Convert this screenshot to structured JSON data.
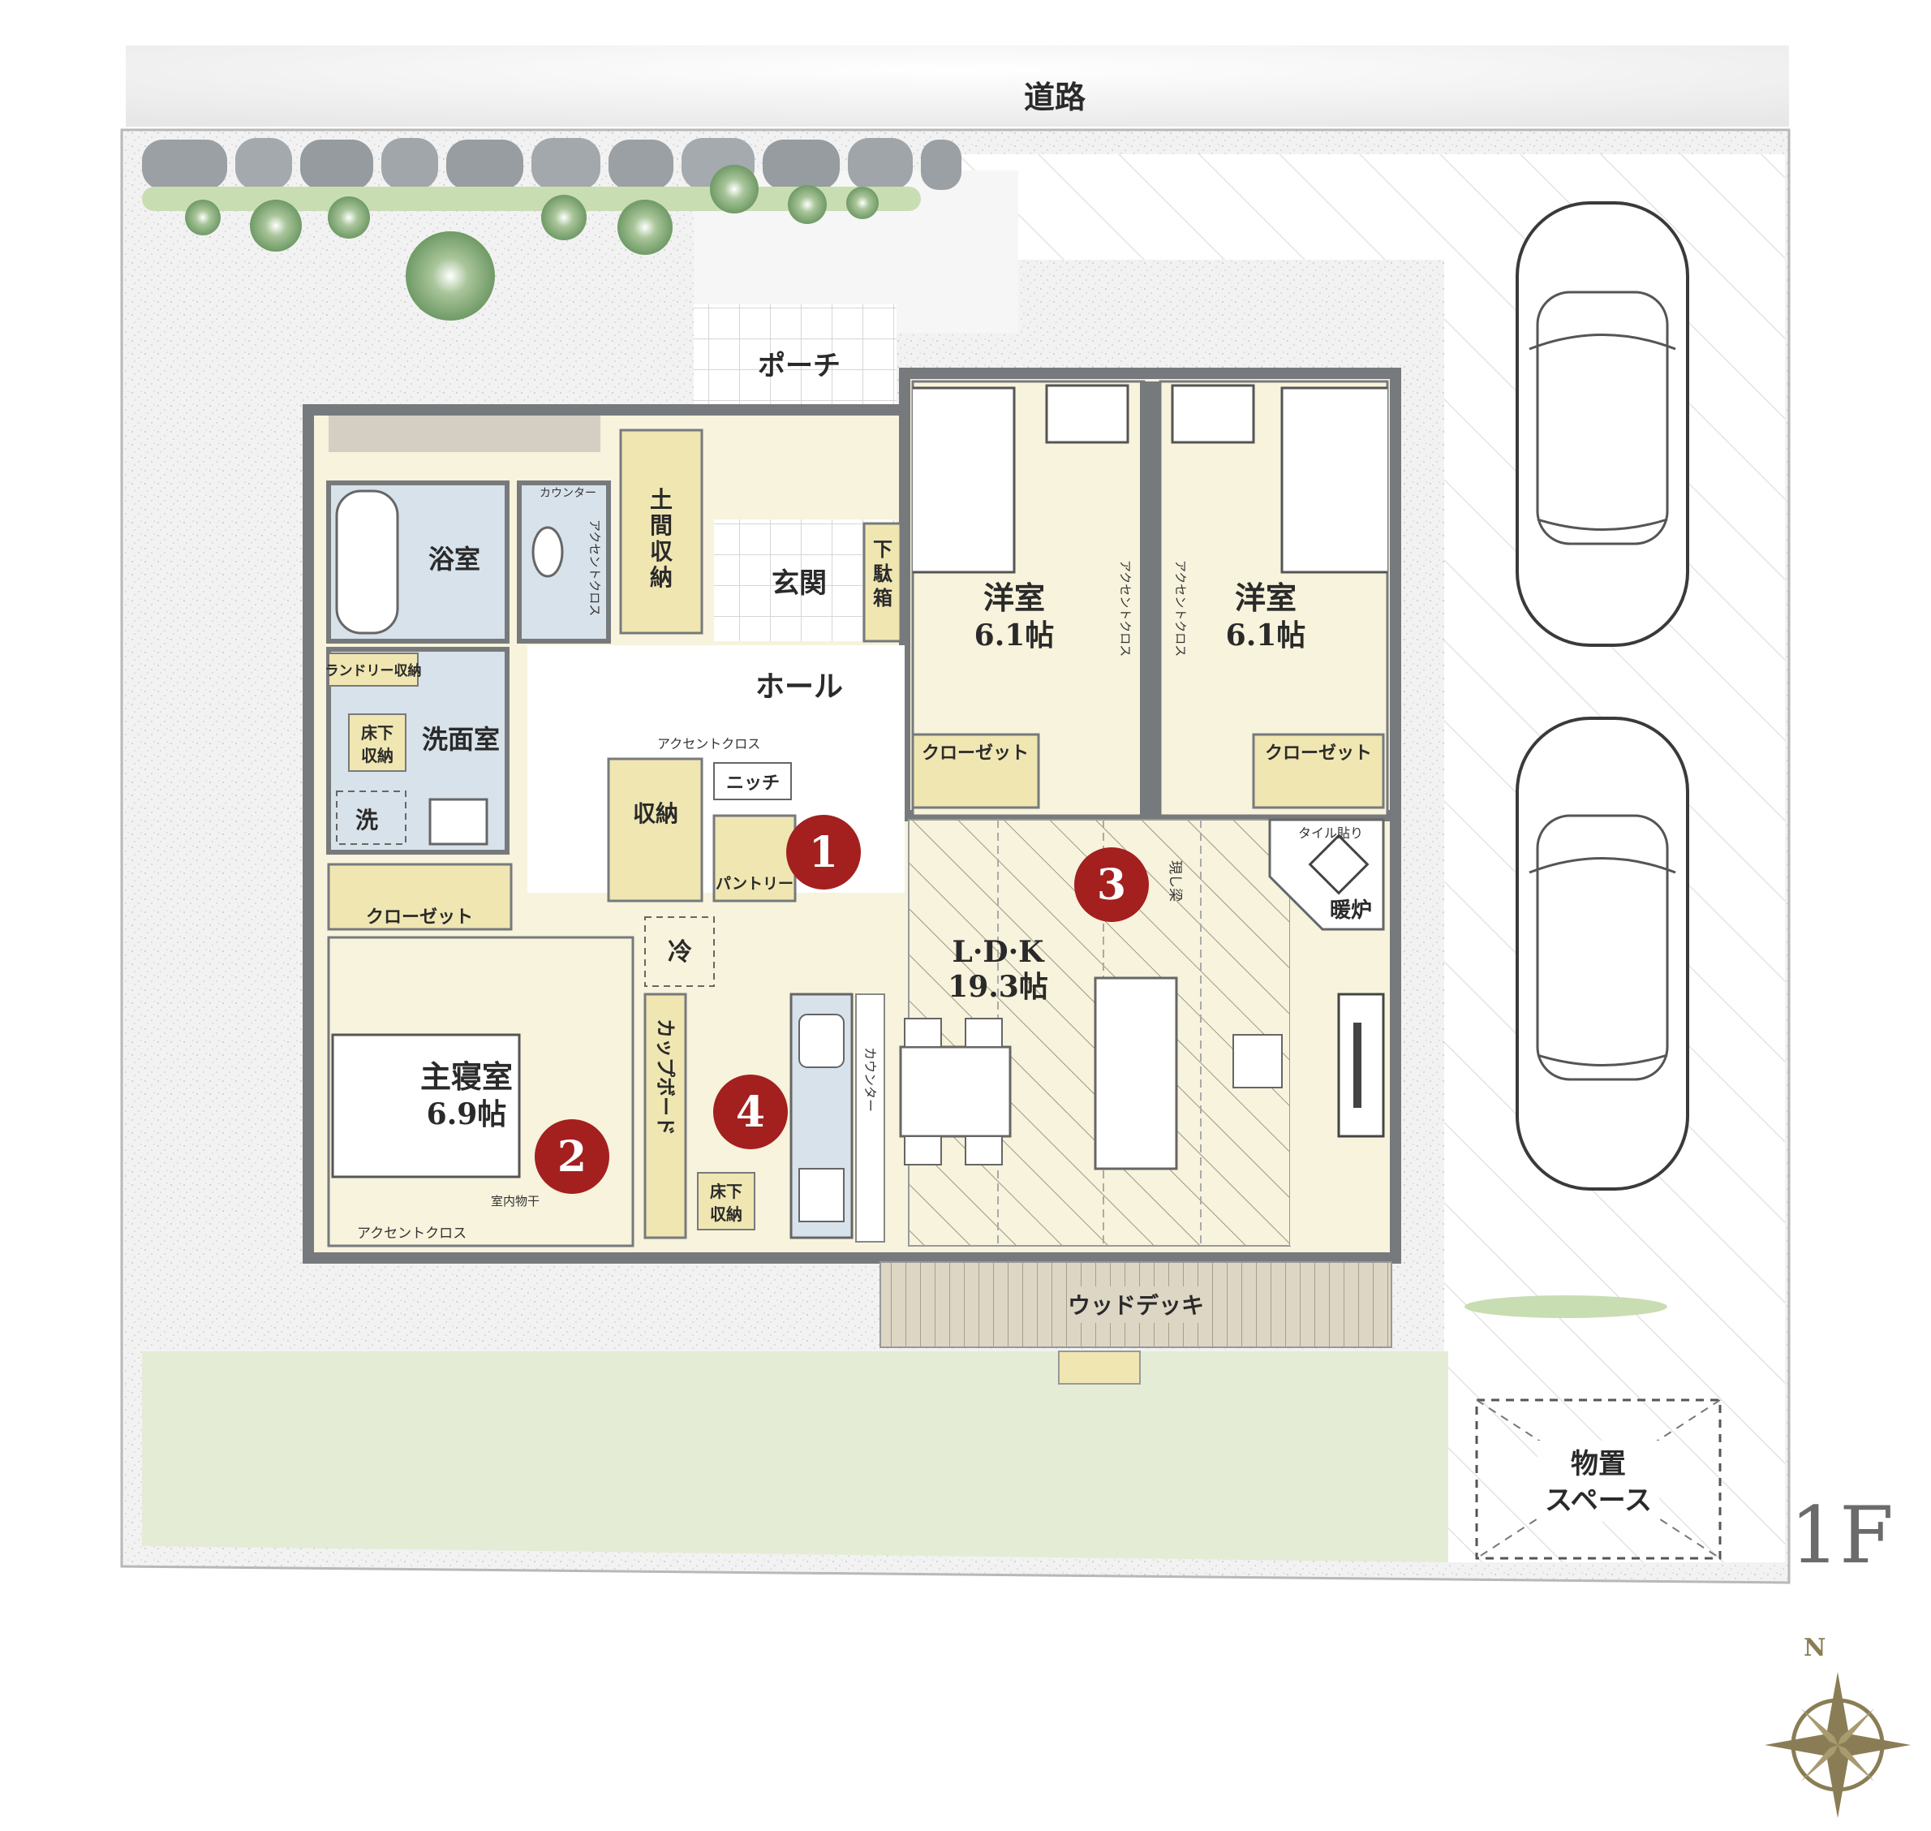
{
  "road": "道路",
  "floor": "1F",
  "compass": {
    "north": "N",
    "color": "#8a7d55"
  },
  "colors": {
    "room": "#f7f3dc",
    "storage": "#efe6b2",
    "wet": "#d8e2ea",
    "wall": "#777a7c",
    "marker": "#a3201f",
    "gravel": "#f1f1f1",
    "lawn": "#e4ecd6",
    "deck": "#d9d2bf"
  },
  "rooms": {
    "porch": "ポーチ",
    "genkan": "玄関",
    "hall": "ホール",
    "doma_storage": [
      "土",
      "間",
      "収",
      "納"
    ],
    "shoe_box": [
      "下",
      "駄",
      "箱"
    ],
    "bath": "浴室",
    "counter_small": "カウンター",
    "accent_cross_v1": "アクセントクロス",
    "laundry_storage": "ランドリー収納",
    "underfloor_1": [
      "床下",
      "収納"
    ],
    "washroom": "洗面室",
    "washer": "洗",
    "closet_master": "クローゼット",
    "accent_cross_h1": "アクセントクロス",
    "niche": "ニッチ",
    "storage": "収納",
    "pantry": "パントリー",
    "fridge": "冷",
    "cupboard": "カップボード",
    "underfloor_2": [
      "床下",
      "収納"
    ],
    "kitchen_counter": "カウンター",
    "master_bedroom": [
      "主寝室",
      "6.9帖"
    ],
    "indoor_drying": "室内物干",
    "accent_cross_h2": "アクセントクロス",
    "western_1": [
      "洋室",
      "6.1帖"
    ],
    "western_2": [
      "洋室",
      "6.1帖"
    ],
    "accent_cross_v2": "アクセントクロス",
    "accent_cross_v3": "アクセントクロス",
    "closet_1": "クローゼット",
    "closet_2": "クローゼット",
    "ldk": [
      "L·D·K",
      "19.3帖"
    ],
    "exposed_beam": "現し梁",
    "tile": "タイル貼り",
    "fireplace": "暖炉",
    "wood_deck": "ウッドデッキ",
    "storage_space": [
      "物置",
      "スペース"
    ]
  },
  "markers": [
    "1",
    "2",
    "3",
    "4"
  ]
}
